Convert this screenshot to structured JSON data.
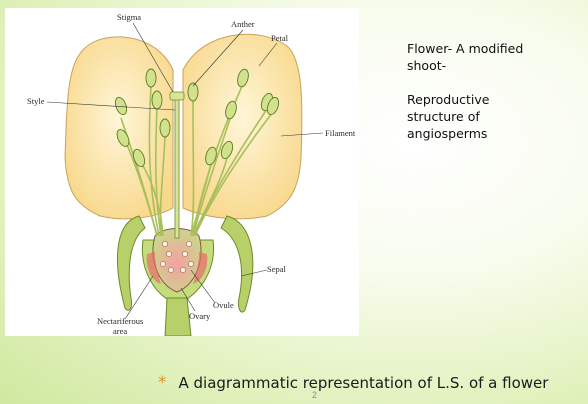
{
  "diagram": {
    "labels": {
      "stigma": "Stigma",
      "anther": "Anther",
      "petal": "Petal",
      "style": "Style",
      "filament": "Filament",
      "sepal": "Sepal",
      "ovule": "Ovule",
      "ovary": "Ovary",
      "nectariferous": [
        "Nectariferous",
        "area"
      ]
    }
  },
  "side_text": {
    "paragraphs": [
      "Flower- A modified\nshoot-",
      "Reproductive\nstructure of\nangiosperms"
    ]
  },
  "caption": {
    "bullet": "*",
    "text": "A diagrammatic representation of L.S. of a flower"
  },
  "slide_number": "2",
  "colors": {
    "petal": "#fbe0a0",
    "petal_edge": "#c9a25a",
    "green": "#9cbf55",
    "ovary_pink": "#e88a8a",
    "bullet": "#d8942c"
  }
}
